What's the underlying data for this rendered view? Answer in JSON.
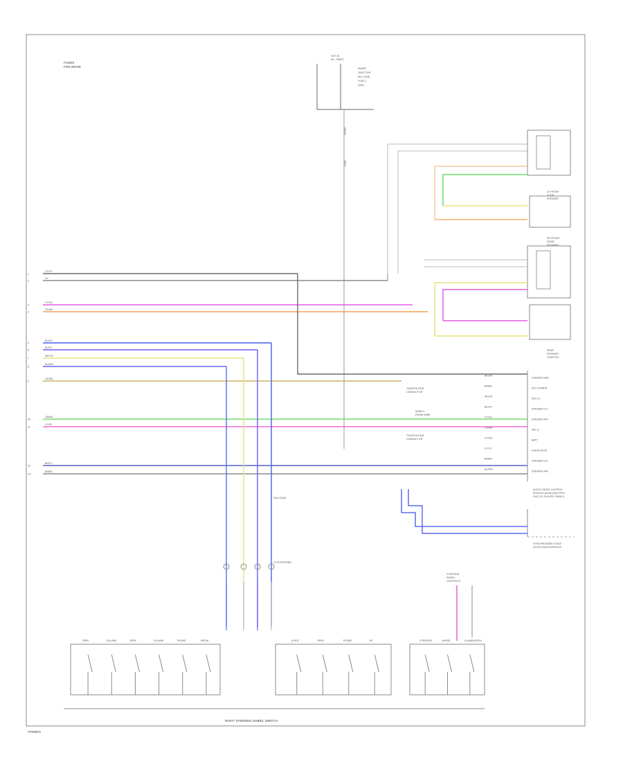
{
  "header": {
    "top_left_note": [
      "FUSES",
      "FOR DRIVE"
    ],
    "hot_feed": [
      "HOT IN",
      "ALL TIMES"
    ],
    "fuse_note": [
      "SMART",
      "JUNCTION",
      "BOX (SJB)",
      "FUSE 1",
      "(15A)"
    ],
    "hot_wire": "VT/OG",
    "ground": "G301"
  },
  "footer": {
    "caption": "RIGHT STEERING WHEEL SWITCH",
    "page_ref": "STEREO"
  },
  "connectors": {
    "clockspring": "CLOCKSPRING",
    "horn_relay": [
      "STEERING",
      "WHEEL",
      "CONTROLS"
    ],
    "front_speaker_lh": [
      "LH FRONT",
      "DOOR",
      "SPEAKER"
    ],
    "front_speaker_rh": [
      "RH FRONT",
      "DOOR",
      "SPEAKER"
    ],
    "rear_speaker": [
      "REAR",
      "SPEAKER",
      "TWEETER"
    ],
    "radio_module": [
      "AUDIO FRONT CONTROL",
      "MODULE (ACM) (MULTIPLE",
      "DISC CD PLAYER / RADIO)"
    ],
    "gps_module": [
      "SYNCHRONIZED VOICE",
      "(SYNC) AUDIO MODULE"
    ]
  },
  "left_wires": [
    {
      "pin": "1",
      "label": "GY/VT",
      "color": "#6b6b6b"
    },
    {
      "pin": "2",
      "label": "GY",
      "color": "#8a8a8a"
    },
    {
      "pin": "3",
      "label": "VT/OG",
      "color": "#e35be3"
    },
    {
      "pin": "4",
      "label": "OG/BU",
      "color": "#f0a050"
    },
    {
      "pin": "5",
      "label": "BU/GY",
      "color": "#4a5cf0"
    },
    {
      "pin": "6",
      "label": "BU/VT",
      "color": "#6a5cf0"
    },
    {
      "pin": "7",
      "label": "WH/YE",
      "color": "#e7e27a"
    },
    {
      "pin": "8",
      "label": "BU/WH",
      "color": "#5a6cf0"
    },
    {
      "pin": "9",
      "label": "OG/BN",
      "color": "#c8b060"
    },
    {
      "pin": "10",
      "label": "GN/BU",
      "color": "#6fdc6f"
    },
    {
      "pin": "11",
      "label": "VT/GY",
      "color": "#f06ad0"
    },
    {
      "pin": "12",
      "label": "BN/VT",
      "color": "#5060c8"
    },
    {
      "pin": "13",
      "label": "BN/BU",
      "color": "#8a8a8a"
    }
  ],
  "module_pins": [
    {
      "label": "CHASSIS GND",
      "wire": "BK/GN"
    },
    {
      "label": "ACC POWER",
      "wire": "BN/BU"
    },
    {
      "label": "MIC (+)",
      "wire": "WH/YE"
    },
    {
      "label": "SPEAKER LF+",
      "wire": "BU/GY"
    },
    {
      "label": "SPEAKER RF+",
      "wire": "VT/OG"
    },
    {
      "label": "MIC (-)",
      "wire": "OG/BU"
    },
    {
      "label": "BATT",
      "wire": "VT/OG"
    },
    {
      "label": "RADIO MUTE",
      "wire": "GY/VT"
    },
    {
      "label": "SPEAKER LR-",
      "wire": "BN/BU"
    },
    {
      "label": "SPEAKER RR-",
      "wire": "BU/WH"
    }
  ],
  "notes": {
    "twisted_1": [
      "TWISTED PAIR",
      "CONDUCTOR"
    ],
    "twisted_2": [
      "TWISTED PAIR",
      "CONDUCTOR"
    ],
    "shield": [
      "SHIELD",
      "DRAIN WIRE"
    ],
    "sjb_ref": "SJB C2280"
  },
  "switch_groups": {
    "left": [
      "SEEK",
      "VOLUME",
      "SEEK",
      "VOLUME",
      "PHONE",
      "MEDIA"
    ],
    "middle": [
      "VOICE",
      "SEEK",
      "PHONE",
      "OK"
    ],
    "right": [
      "STEERING",
      "WHEEL",
      "ILLUMINATION"
    ]
  },
  "colors": {
    "frame": "#888888",
    "wire_gray": "#6b6b6b",
    "wire_pink": "#e35be3",
    "wire_blue": "#4a5cf0",
    "wire_green": "#6fdc6f",
    "wire_orange": "#f0a050",
    "wire_yellow": "#e7e27a"
  }
}
